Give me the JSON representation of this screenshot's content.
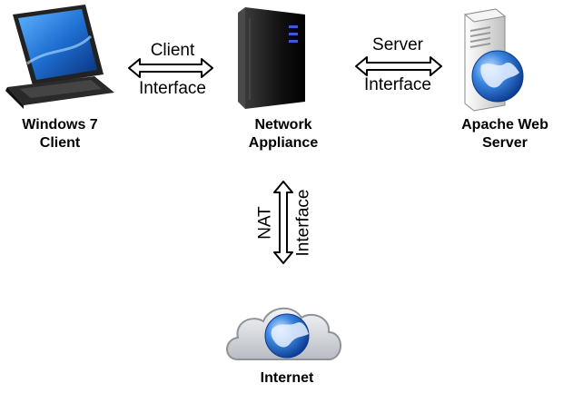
{
  "nodes": {
    "client": {
      "label": "Windows 7\nClient",
      "icon": "laptop-icon"
    },
    "appliance": {
      "label": "Network\nAppliance",
      "icon": "server-tower-icon"
    },
    "webserver": {
      "label": "Apache Web\nServer",
      "icon": "web-server-globe-icon"
    },
    "internet": {
      "label": "Internet",
      "icon": "cloud-globe-icon"
    }
  },
  "edges": {
    "client_interface": {
      "line1": "Client",
      "line2": "Interface"
    },
    "server_interface": {
      "line1": "Server",
      "line2": "Interface"
    },
    "nat_interface": {
      "line1": "NAT",
      "line2": "Interface"
    }
  },
  "colors": {
    "laptop_screen": "#1f6fd1",
    "tower_body": "#1a1a1a",
    "tower_lights": "#3a5bd9",
    "server_body": "#e6e6e6",
    "globe": "#2a6fd6",
    "cloud": "#cfd3d8"
  }
}
